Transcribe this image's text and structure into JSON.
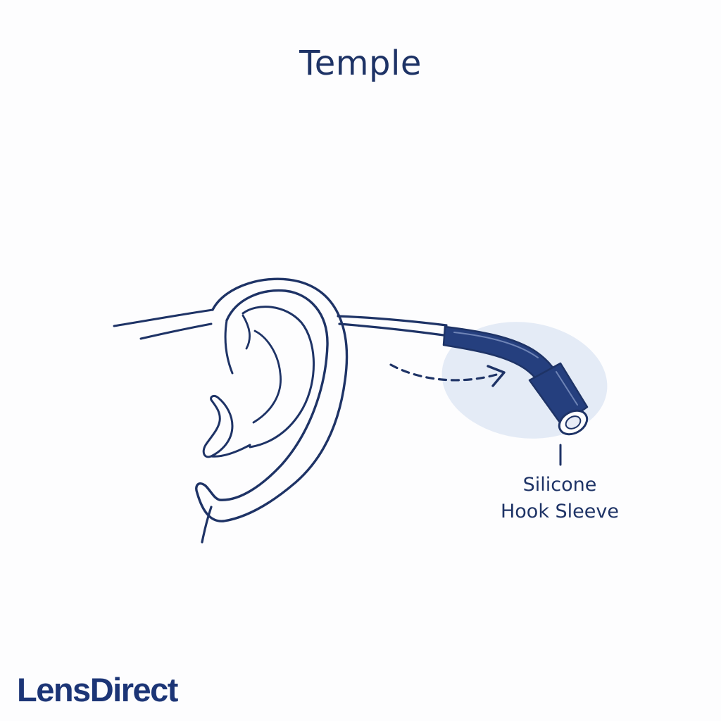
{
  "diagram": {
    "title": "Temple",
    "callout": {
      "line1": "Silicone",
      "line2": "Hook Sleeve"
    },
    "colors": {
      "stroke": "#1e3366",
      "sleeve_fill": "#253f7e",
      "highlight": "#e4ebf6"
    }
  },
  "brand": {
    "logo_text": "LensDirect"
  }
}
